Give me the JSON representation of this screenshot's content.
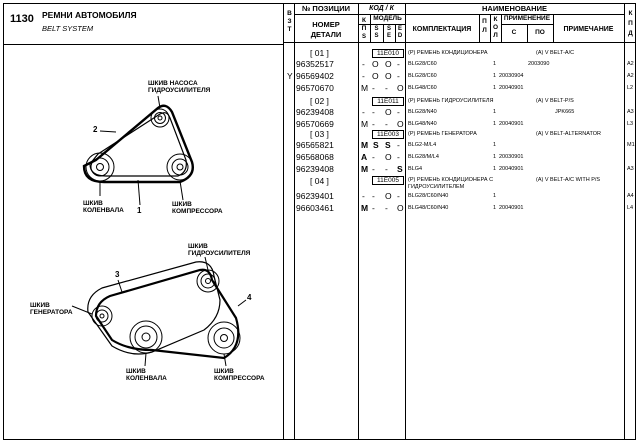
{
  "header": {
    "number": "1130",
    "title_ru": "РЕМНИ АВТОМОБИЛЯ",
    "title_en": "BELT SYSTEM"
  },
  "columns": {
    "vzt": [
      "В",
      "З",
      "Т"
    ],
    "pos": "№ ПОЗИЦИИ",
    "code": "КОД / К",
    "name": "НАИМЕНОВАНИЕ",
    "part_number": "НОМЕР ДЕТАЛИ",
    "kp": [
      "К",
      "П"
    ],
    "model": "МОДЕЛЬ",
    "s": "S",
    "sse": [
      "S",
      "S",
      "E"
    ],
    "sed": [
      "S",
      "E",
      "D"
    ],
    "equipment": "КОМПЛЕКТАЦИЯ",
    "pl": [
      "П",
      "Л"
    ],
    "kol": [
      "К",
      "О",
      "Л"
    ],
    "usage": "ПРИМЕНЕНИЕ",
    "from": "С",
    "to": "ПО",
    "note": "ПРИМЕЧАНИЕ",
    "kpd": [
      "К",
      "П",
      "Д"
    ]
  },
  "diagram_top": {
    "pump_label": "ШКИВ НАСОСА\nГИДРОУСИЛИТЕЛЯ",
    "crank_label": "ШКИВ\nКОЛЕНВАЛА",
    "comp_label": "ШКИВ\nКОМПРЕССОРА",
    "callout_1": "1",
    "callout_2": "2"
  },
  "diagram_bottom": {
    "pump_label": "ШКИВ\nГИДРОУСИЛИТЕЛЯ",
    "gen_label": "ШКИВ\nГЕНЕРАТОРА",
    "crank_label": "ШКИВ\nКОЛЕНВАЛА",
    "comp_label": "ШКИВ\nКОМПРЕССОРА",
    "callout_3": "3",
    "callout_4": "4"
  },
  "groups": [
    {
      "pos": "[ 01 ]",
      "code": "11E010",
      "name_ru": "(Р) РЕМЕНЬ КОНДИЦИОНЕРА",
      "name_ru2": "",
      "name_en": "(А) V BELT-A/C",
      "rows": [
        {
          "vzt": "",
          "part": "96352517",
          "kp": "-",
          "c1": "O",
          "c2": "O",
          "c3": "-",
          "equip": "BLG28/C60",
          "qty": "1",
          "from": "",
          "to": "2003090",
          "kpd": "A2"
        },
        {
          "vzt": "Y",
          "part": "96569402",
          "kp": "-",
          "c1": "O",
          "c2": "O",
          "c3": "-",
          "equip": "BLG28/C60",
          "qty": "1",
          "from": "20030904",
          "to": "",
          "kpd": "A2"
        },
        {
          "vzt": "",
          "part": "96570670",
          "kp": "M",
          "c1": "-",
          "c2": "-",
          "c3": "O",
          "equip": "BLG48/C60",
          "qty": "1",
          "from": "20040901",
          "to": "",
          "kpd": "L2"
        }
      ]
    },
    {
      "pos": "[ 02 ]",
      "code": "11E011",
      "name_ru": "(Р) РЕМЕНЬ ГИДРОУСИЛИТЕЛЯ",
      "name_ru2": "",
      "name_en": "(А) V BELT-P/S",
      "rows": [
        {
          "vzt": "",
          "part": "96239408",
          "kp": "-",
          "c1": "-",
          "c2": "O",
          "c3": "-",
          "equip": "BLG28/N40",
          "qty": "1",
          "from": "",
          "to": "",
          "note": "JPK665",
          "kpd": "A3"
        },
        {
          "vzt": "",
          "part": "96570669",
          "kp": "M",
          "c1": "-",
          "c2": "-",
          "c3": "O",
          "equip": "BLG48/N40",
          "qty": "1",
          "from": "20040901",
          "to": "",
          "kpd": "L3"
        }
      ]
    },
    {
      "pos": "[ 03 ]",
      "code": "11E003",
      "name_ru": "(Р) РЕМЕНЬ ГЕНЕРАТОРА",
      "name_ru2": "",
      "name_en": "(А) V BELT-ALTERNATOR",
      "rows": [
        {
          "vzt": "",
          "part": "96565821",
          "kp": "M",
          "c1": "S",
          "c2": "S",
          "c3": "-",
          "equip": "BLG2-M/L4",
          "qty": "1",
          "from": "",
          "to": "",
          "kpd": "M1"
        },
        {
          "vzt": "",
          "part": "96568068",
          "kp": "A",
          "c1": "-",
          "c2": "O",
          "c3": "-",
          "equip": "BLG28/M/L4",
          "qty": "1",
          "from": "20030901",
          "to": "",
          "kpd": ""
        },
        {
          "vzt": "",
          "part": "96239408",
          "kp": "M",
          "c1": "-",
          "c2": "-",
          "c3": "S",
          "equip": "BLG4",
          "qty": "1",
          "from": "20040901",
          "to": "",
          "kpd": "A3"
        }
      ]
    },
    {
      "pos": "[ 04 ]",
      "code": "11E005",
      "name_ru": "(Р) РЕМЕНЬ КОНДИЦИОНЕРА С",
      "name_ru2": "ГИДРОУСИЛИТЕЛЕМ",
      "name_en": "(А) V BELT-A/C WITH P/S",
      "rows": [
        {
          "vzt": "",
          "part": "96239401",
          "kp": "-",
          "c1": "-",
          "c2": "O",
          "c3": "-",
          "equip": "BLG28/C60/N40",
          "qty": "1",
          "from": "",
          "to": "",
          "kpd": "A4"
        },
        {
          "vzt": "",
          "part": "96603461",
          "kp": "M",
          "c1": "-",
          "c2": "-",
          "c3": "O",
          "equip": "BLG48/C60/N40",
          "qty": "1",
          "from": "20040901",
          "to": "",
          "kpd": "L4"
        }
      ]
    }
  ]
}
